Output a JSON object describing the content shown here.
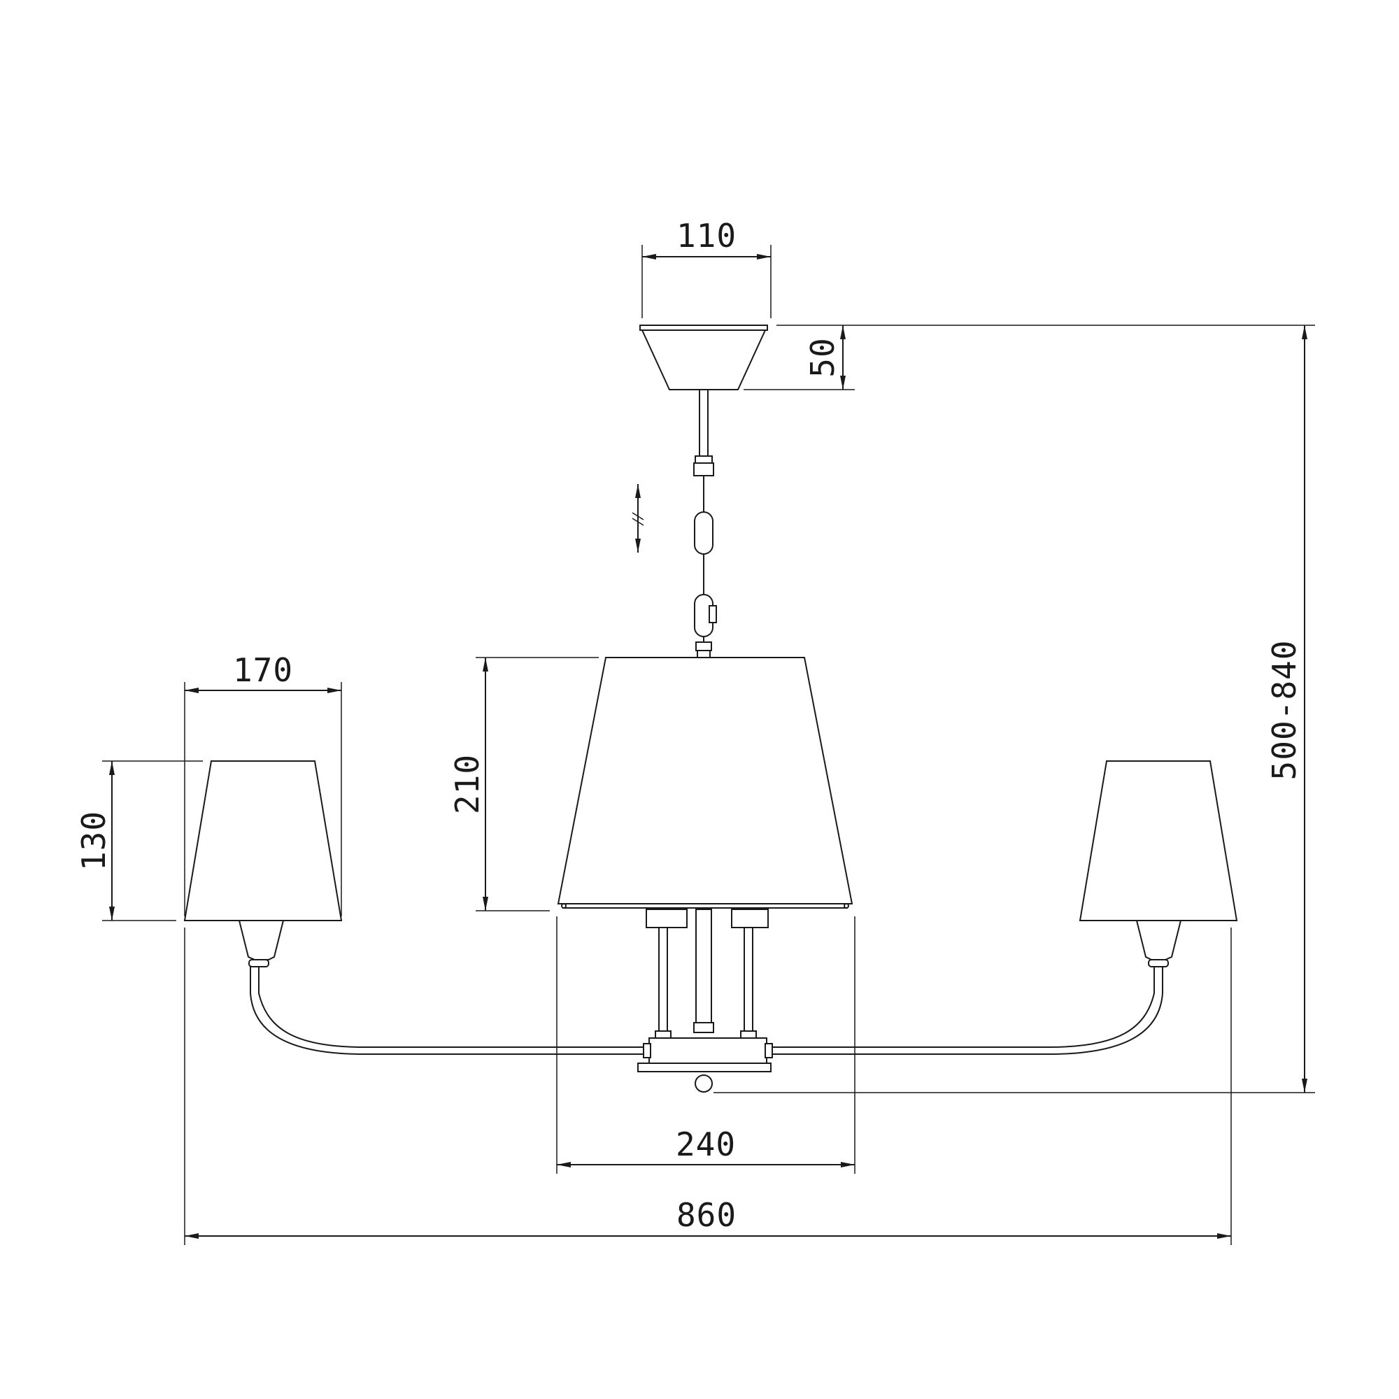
{
  "dimensions": {
    "canopy_width": "110",
    "canopy_height": "50",
    "overall_height": "500-840",
    "small_shade_width": "170",
    "small_shade_height": "130",
    "center_shade_height": "210",
    "center_shade_width": "240",
    "overall_width": "860"
  },
  "colors": {
    "line": "#1a1a1a",
    "background": "#ffffff"
  }
}
